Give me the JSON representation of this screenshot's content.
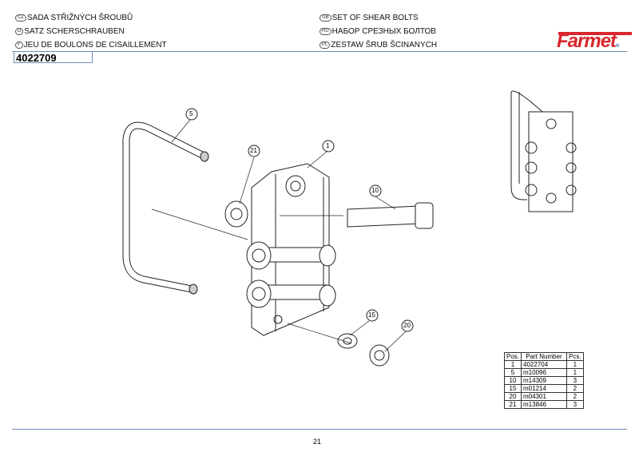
{
  "header": {
    "left": [
      {
        "lang": "CZ",
        "text": "SADA STŘIŽNÝCH ŠROUBŮ"
      },
      {
        "lang": "D",
        "text": "SATZ SCHERSCHRAUBEN"
      },
      {
        "lang": "F",
        "text": "JEU DE BOULONS DE CISAILLEMENT"
      }
    ],
    "right": [
      {
        "lang": "GB",
        "text": "SET OF SHEAR BOLTS"
      },
      {
        "lang": "RU",
        "text": "НАБОР СРЕЗНЫХ БОЛТОВ"
      },
      {
        "lang": "PL",
        "text": "ZESTAW ŠRUB ŠCINANYCH"
      }
    ],
    "part_number": "4022709",
    "logo": "Farmet"
  },
  "callouts": [
    "5",
    "21",
    "1",
    "10",
    "15",
    "20"
  ],
  "table": {
    "headers": [
      "Pos.",
      "Part Number",
      "Pcs."
    ],
    "rows": [
      [
        "1",
        "4022704",
        "1"
      ],
      [
        "5",
        "m10096",
        "1"
      ],
      [
        "10",
        "m14309",
        "3"
      ],
      [
        "15",
        "m01214",
        "2"
      ],
      [
        "20",
        "m04301",
        "2"
      ],
      [
        "21",
        "m13846",
        "3"
      ]
    ]
  },
  "footer": {
    "page": "21"
  }
}
